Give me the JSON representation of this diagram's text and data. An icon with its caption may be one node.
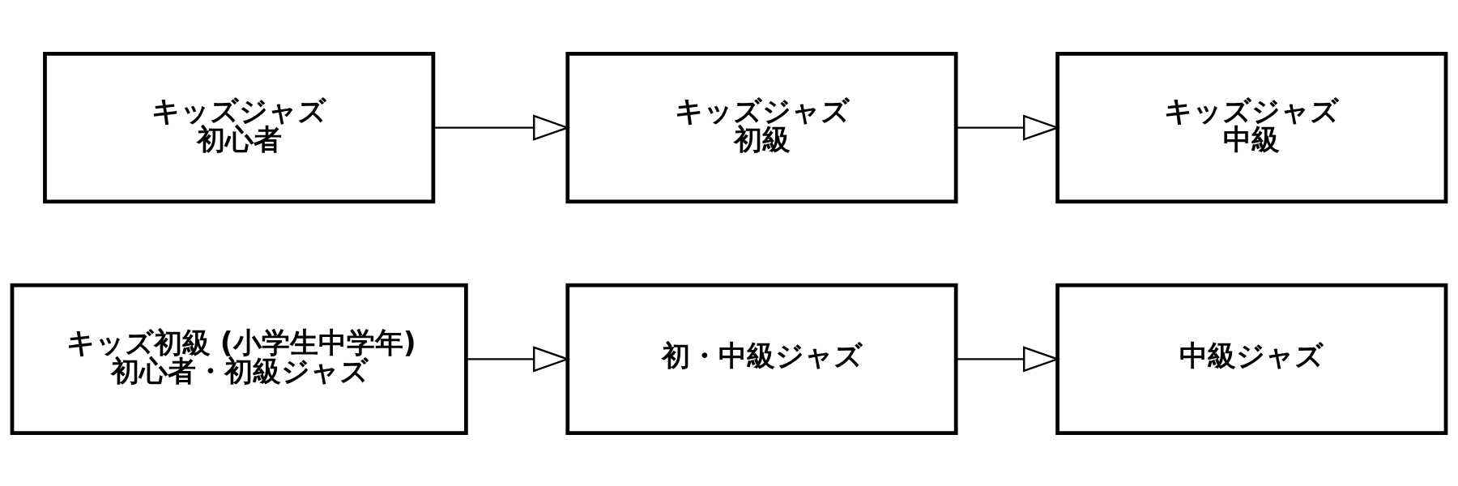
{
  "diagram": {
    "nodes": [
      {
        "text": [
          "キッズジャズ",
          "初心者"
        ]
      },
      {
        "text": [
          "キッズジャズ",
          "初級"
        ]
      },
      {
        "text": [
          "キッズジャズ",
          "中級"
        ]
      },
      {
        "text": [
          "キッズ初級 (小学生中学年)",
          "初心者・初級ジャズ"
        ]
      },
      {
        "text": [
          "初・中級ジャズ"
        ]
      },
      {
        "text": [
          "中級ジャズ"
        ]
      }
    ],
    "edges": [
      {
        "from": 0,
        "to": 1,
        "arrow": "to"
      },
      {
        "from": 1,
        "to": 2,
        "arrow": "to"
      },
      {
        "from": 3,
        "to": 4,
        "arrow": "to"
      },
      {
        "from": 4,
        "to": 5,
        "arrow": "to"
      }
    ]
  }
}
